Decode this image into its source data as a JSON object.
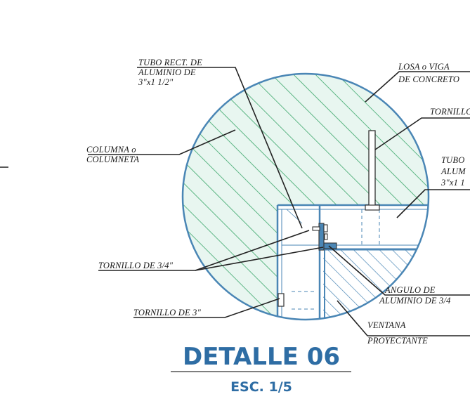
{
  "title": "DETALLE 06",
  "scale": "ESC. 1/5",
  "labels": {
    "tubo_rect_1": [
      "TUBO RECT. DE",
      "ALUMINIO DE",
      "3\"x1 1/2\""
    ],
    "losa": [
      "LOSA o VIGA",
      "DE CONCRETO"
    ],
    "tornillo_top": [
      "TORNILLO"
    ],
    "columna": [
      "COLUMNA o",
      "COLUMNETA"
    ],
    "tubo_right": [
      "TUBO",
      "ALUM",
      "3\"x1 1"
    ],
    "tornillo_34": [
      "TORNILLO DE 3/4\""
    ],
    "angulo": [
      "ANGULO DE",
      "ALUMINIO DE 3/4"
    ],
    "tornillo_3": [
      "TORNILLO DE 3\""
    ],
    "ventana": [
      "VENTANA",
      "PROYECTANTE"
    ]
  },
  "colors": {
    "circle_stroke": "#4a86b5",
    "circle_fill": "#e8f6f0",
    "hatch_green": "#3aa66a",
    "hatch_blue": "#4a86b5",
    "frame": "#4a86b5",
    "title": "#2e6da4"
  }
}
